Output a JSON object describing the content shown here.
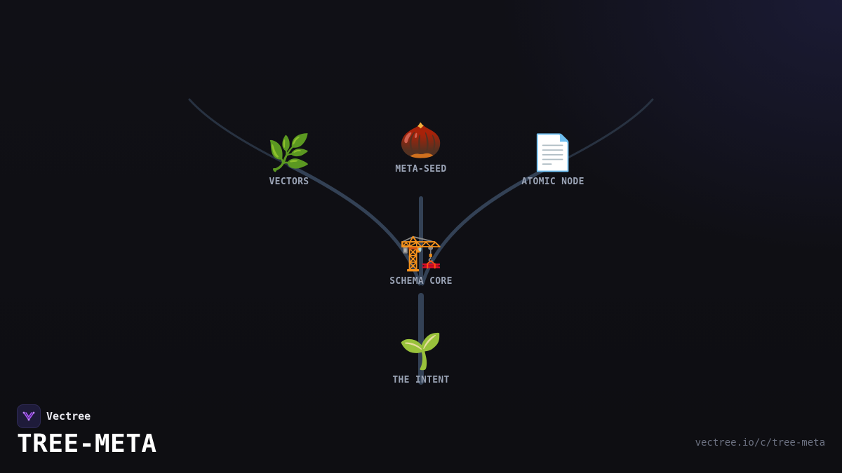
{
  "colors": {
    "background": "#0f0f14",
    "branch": "#334155",
    "label": "#9aa3b5",
    "brand_accent": "#a855f7"
  },
  "nodes": {
    "vectors": {
      "icon": "herb-icon",
      "glyph": "🌿",
      "label": "VECTORS"
    },
    "meta_seed": {
      "icon": "chestnut-icon",
      "glyph": "🌰",
      "label": "META-SEED"
    },
    "atomic_node": {
      "icon": "page-facing-up-icon",
      "glyph": "📄",
      "label": "ATOMIC NODE"
    },
    "schema_core": {
      "icon": "building-construction-icon",
      "glyph": "🏗️",
      "label": "SCHEMA CORE"
    },
    "the_intent": {
      "icon": "seedling-icon",
      "glyph": "🌱",
      "label": "THE INTENT"
    }
  },
  "brand": {
    "icon": "vectree-logo-icon",
    "name": "Vectree"
  },
  "title": "TREE-META",
  "url": "vectree.io/c/tree-meta"
}
